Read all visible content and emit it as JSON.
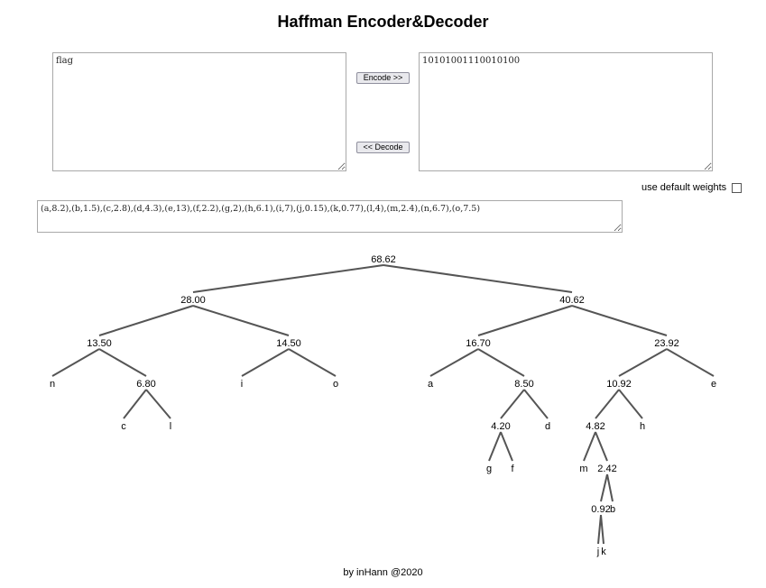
{
  "title": "Haffman Encoder&Decoder",
  "input_text": "flag",
  "output_text": "10101001110010100",
  "encode_label": "Encode >>",
  "decode_label": "<< Decode",
  "default_weights_label": "use default weights",
  "default_weights_checked": false,
  "weights_text": "(a,8.2),(b,1.5),(c,2.8),(d,4.3),(e,13),(f,2.2),(g,2),(h,6.1),(i,7),(j,0.15),(k,0.77),(l,4),(m,2.4),(n,6.7),(o,7.5)",
  "footer": "by inHann @2020",
  "tree": {
    "root": "r",
    "nodes": [
      {
        "id": "r",
        "label": "68.62",
        "children": [
          "28",
          "40"
        ]
      },
      {
        "id": "28",
        "label": "28.00",
        "children": [
          "135",
          "145"
        ]
      },
      {
        "id": "40",
        "label": "40.62",
        "children": [
          "167",
          "2392"
        ]
      },
      {
        "id": "135",
        "label": "13.50",
        "children": [
          "n",
          "68"
        ]
      },
      {
        "id": "145",
        "label": "14.50",
        "children": [
          "i",
          "o"
        ]
      },
      {
        "id": "167",
        "label": "16.70",
        "children": [
          "a",
          "85"
        ]
      },
      {
        "id": "2392",
        "label": "23.92",
        "children": [
          "1092",
          "e"
        ]
      },
      {
        "id": "n",
        "label": "n"
      },
      {
        "id": "68",
        "label": "6.80",
        "children": [
          "c",
          "l"
        ]
      },
      {
        "id": "i",
        "label": "i"
      },
      {
        "id": "o",
        "label": "o"
      },
      {
        "id": "a",
        "label": "a"
      },
      {
        "id": "85",
        "label": "8.50",
        "children": [
          "42",
          "d"
        ]
      },
      {
        "id": "1092",
        "label": "10.92",
        "children": [
          "482",
          "h"
        ]
      },
      {
        "id": "e",
        "label": "e"
      },
      {
        "id": "c",
        "label": "c"
      },
      {
        "id": "l",
        "label": "l"
      },
      {
        "id": "42",
        "label": "4.20",
        "children": [
          "g",
          "f"
        ]
      },
      {
        "id": "d",
        "label": "d"
      },
      {
        "id": "482",
        "label": "4.82",
        "children": [
          "m",
          "242"
        ]
      },
      {
        "id": "h",
        "label": "h"
      },
      {
        "id": "g",
        "label": "g"
      },
      {
        "id": "f",
        "label": "f"
      },
      {
        "id": "m",
        "label": "m"
      },
      {
        "id": "242",
        "label": "2.42",
        "children": [
          "092",
          "b"
        ]
      },
      {
        "id": "092",
        "label": "0.92",
        "children": [
          "j",
          "k"
        ]
      },
      {
        "id": "b",
        "label": "b"
      },
      {
        "id": "j",
        "label": "j"
      },
      {
        "id": "k",
        "label": "k"
      }
    ]
  }
}
